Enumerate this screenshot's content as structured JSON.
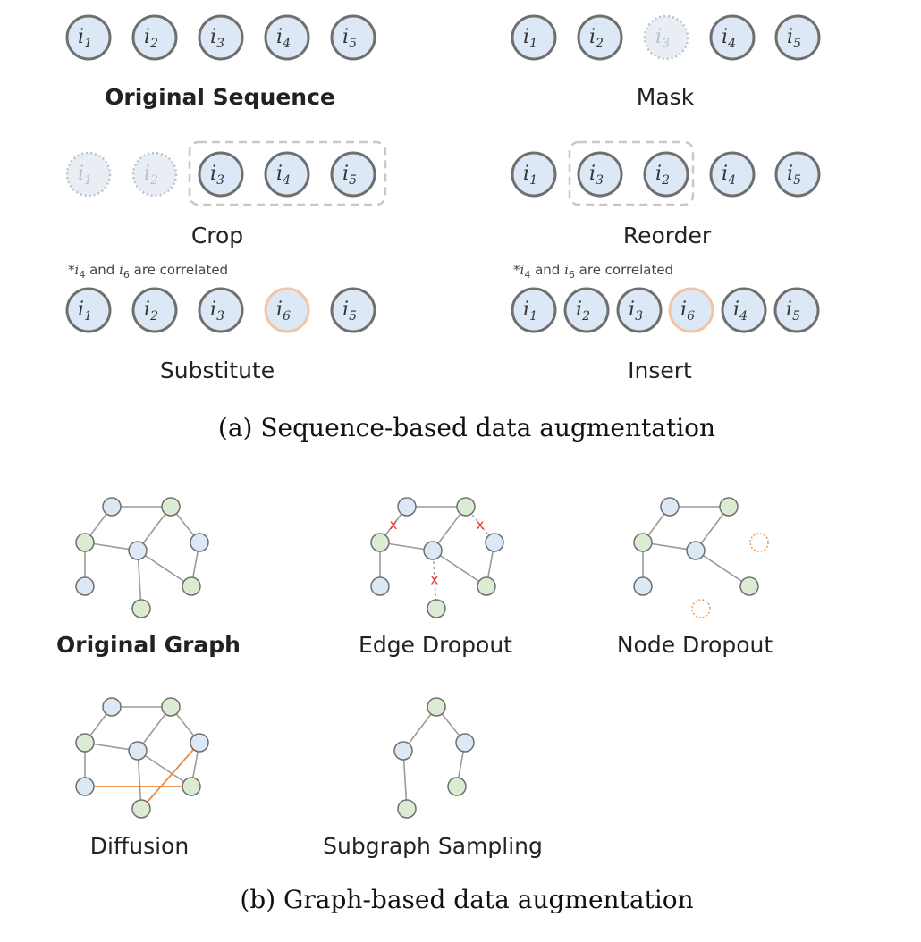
{
  "sequence_panels": {
    "original": {
      "label": "Original Sequence"
    },
    "mask": {
      "label": "Mask"
    },
    "crop": {
      "label": "Crop"
    },
    "reorder": {
      "label": "Reorder"
    },
    "substitute": {
      "label": "Substitute"
    },
    "insert": {
      "label": "Insert"
    }
  },
  "correlation_note": {
    "prefix": "*",
    "var_a": "i",
    "sub_a": "4",
    "mid": " and ",
    "var_b": "i",
    "sub_b": "6",
    "suffix": " are correlated"
  },
  "sequences": {
    "original": [
      {
        "var": "i",
        "sub": "1",
        "state": "normal"
      },
      {
        "var": "i",
        "sub": "2",
        "state": "normal"
      },
      {
        "var": "i",
        "sub": "3",
        "state": "normal"
      },
      {
        "var": "i",
        "sub": "4",
        "state": "normal"
      },
      {
        "var": "i",
        "sub": "5",
        "state": "normal"
      }
    ],
    "mask": [
      {
        "var": "i",
        "sub": "1",
        "state": "normal"
      },
      {
        "var": "i",
        "sub": "2",
        "state": "normal"
      },
      {
        "var": "i",
        "sub": "3",
        "state": "masked"
      },
      {
        "var": "i",
        "sub": "4",
        "state": "normal"
      },
      {
        "var": "i",
        "sub": "5",
        "state": "normal"
      }
    ],
    "crop": [
      {
        "var": "i",
        "sub": "1",
        "state": "masked"
      },
      {
        "var": "i",
        "sub": "2",
        "state": "masked"
      },
      {
        "var": "i",
        "sub": "3",
        "state": "normal"
      },
      {
        "var": "i",
        "sub": "4",
        "state": "normal"
      },
      {
        "var": "i",
        "sub": "5",
        "state": "normal"
      }
    ],
    "reorder": [
      {
        "var": "i",
        "sub": "1",
        "state": "normal"
      },
      {
        "var": "i",
        "sub": "3",
        "state": "normal"
      },
      {
        "var": "i",
        "sub": "2",
        "state": "normal"
      },
      {
        "var": "i",
        "sub": "4",
        "state": "normal"
      },
      {
        "var": "i",
        "sub": "5",
        "state": "normal"
      }
    ],
    "substitute": [
      {
        "var": "i",
        "sub": "1",
        "state": "normal"
      },
      {
        "var": "i",
        "sub": "2",
        "state": "normal"
      },
      {
        "var": "i",
        "sub": "3",
        "state": "normal"
      },
      {
        "var": "i",
        "sub": "6",
        "state": "highlight"
      },
      {
        "var": "i",
        "sub": "5",
        "state": "normal"
      }
    ],
    "insert": [
      {
        "var": "i",
        "sub": "1",
        "state": "normal"
      },
      {
        "var": "i",
        "sub": "2",
        "state": "normal"
      },
      {
        "var": "i",
        "sub": "3",
        "state": "normal"
      },
      {
        "var": "i",
        "sub": "6",
        "state": "highlight"
      },
      {
        "var": "i",
        "sub": "4",
        "state": "normal"
      },
      {
        "var": "i",
        "sub": "5",
        "state": "normal"
      }
    ]
  },
  "caption_a": "(a) Sequence-based data augmentation",
  "graph_panels": {
    "original": {
      "label": "Original Graph"
    },
    "edge_dropout": {
      "label": "Edge Dropout",
      "removed_marker": "x"
    },
    "node_dropout": {
      "label": "Node Dropout"
    },
    "diffusion": {
      "label": "Diffusion"
    },
    "subgraph": {
      "label": "Subgraph Sampling"
    }
  },
  "caption_b": "(b) Graph-based data augmentation",
  "colors": {
    "node_fill": "#dce8f5",
    "node_stroke": "#6f6f6f",
    "masked_fill": "#e9eef5",
    "masked_stroke": "#b9c3cf",
    "highlight_stroke": "#f2c3a4",
    "graph_blue": "#dce8f5",
    "graph_green": "#dbecd2",
    "edge": "#9a9a9a",
    "removed_x": "#e0332b",
    "diffusion_edge": "#ee8a3c",
    "dropped_node": "#ef9a55",
    "dash_box": "#c8c8c8"
  }
}
